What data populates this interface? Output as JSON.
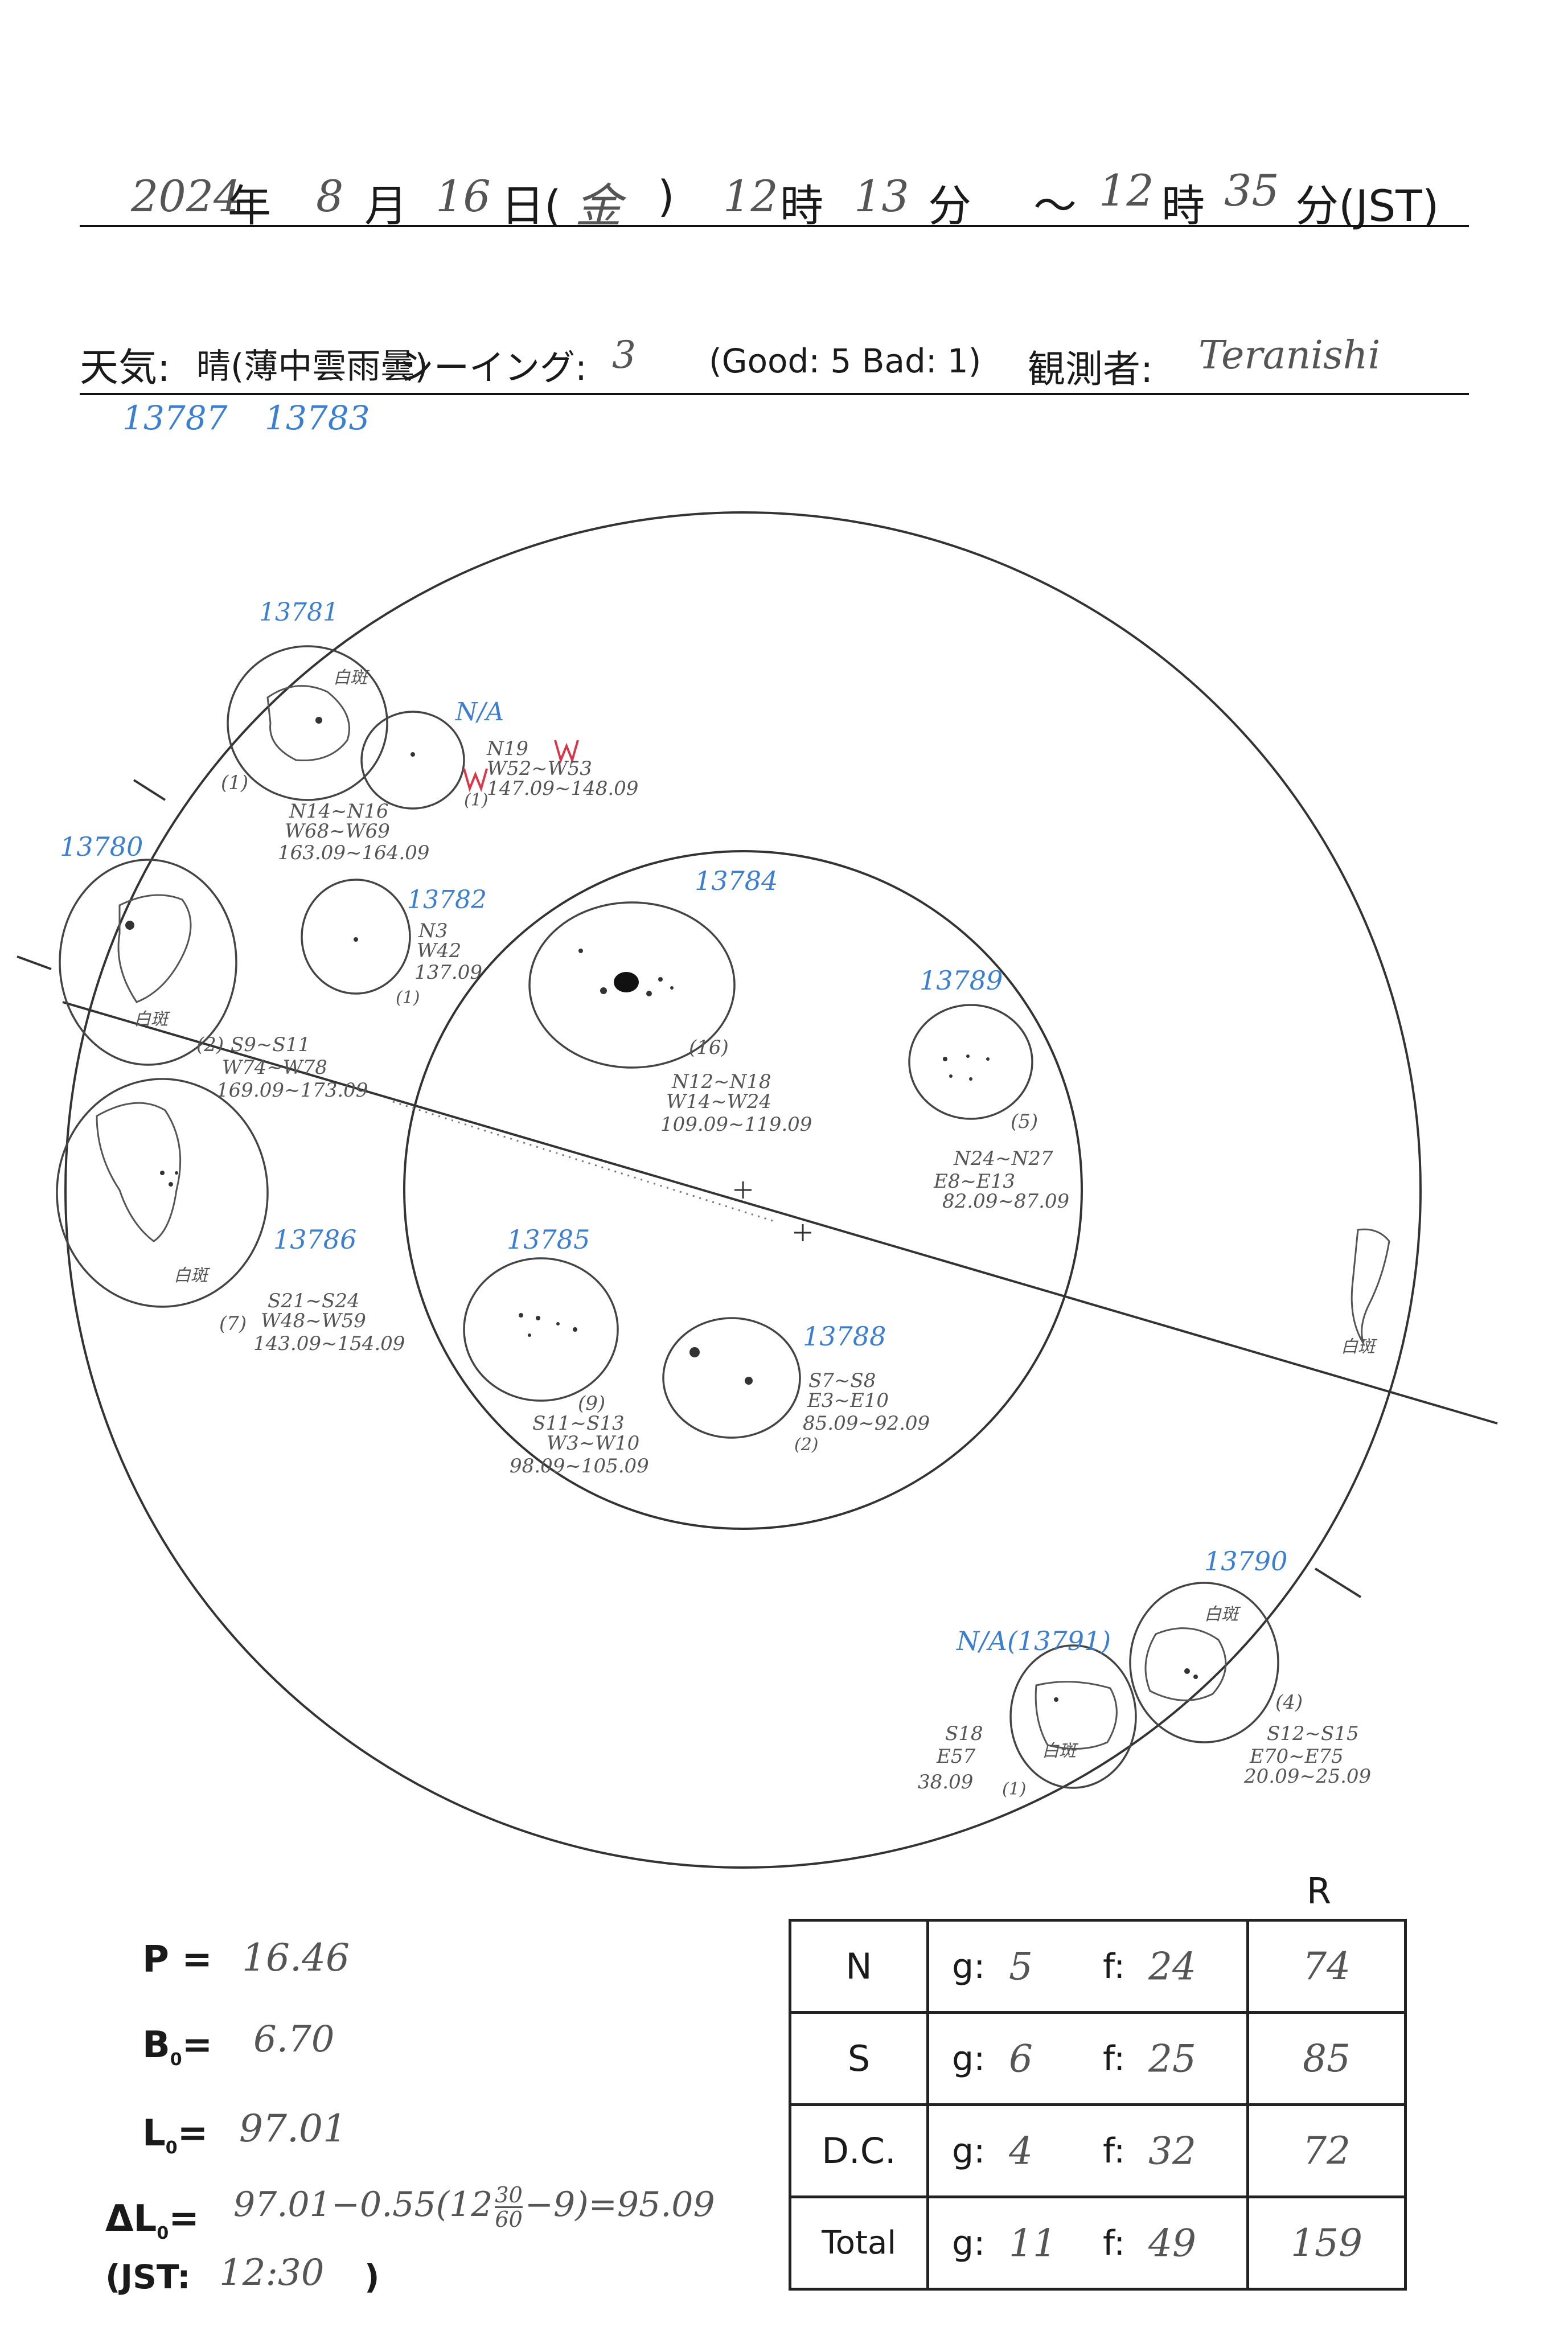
{
  "header": {
    "year": "2024",
    "year_unit": "年",
    "month": "8",
    "month_unit": "月",
    "day": "16",
    "day_unit": "日(",
    "weekday": "金",
    "weekday_close": ")",
    "start_hour": "12",
    "hour_unit": "時",
    "start_min": "13",
    "min_unit": "分",
    "tilde": "～",
    "end_hour": "12",
    "end_hour_unit": "時",
    "end_min": "35",
    "end_min_unit": "分(JST)"
  },
  "conditions": {
    "weather_label": "天気:",
    "weather_options": "晴(薄中雲雨曇)",
    "seeing_label": "シーイング:",
    "seeing_value": "3",
    "seeing_scale": "(Good: 5  Bad: 1)",
    "observer_label": "観測者:",
    "observer_value": "Teranishi"
  },
  "top_notes": [
    "13787",
    "13783"
  ],
  "groups": [
    {
      "id": "13781",
      "count": "(1)",
      "lat": "N14~N16",
      "lon": "W68~W69",
      "L": "163.09~164.09",
      "facula": "白斑"
    },
    {
      "id": "N/A",
      "count": "(1)",
      "lat": "N19",
      "lon": "W52~W53",
      "L": "147.09~148.09"
    },
    {
      "id": "13780",
      "count": "(2)",
      "lat": "S9~S11",
      "lon": "W74~W78",
      "L": "169.09~173.09",
      "facula": "白斑"
    },
    {
      "id": "13782",
      "count": "(1)",
      "lat": "N3",
      "lon": "W42",
      "L": "137.09"
    },
    {
      "id": "13784",
      "count": "(16)",
      "lat": "N12~N18",
      "lon": "W14~W24",
      "L": "109.09~119.09"
    },
    {
      "id": "13789",
      "count": "(5)",
      "lat": "N24~N27",
      "lon": "E8~E13",
      "L": "82.09~87.09"
    },
    {
      "id": "13786",
      "count": "(7)",
      "lat": "S21~S24",
      "lon": "W48~W59",
      "L": "143.09~154.09",
      "facula": "白斑"
    },
    {
      "id": "13785",
      "count": "(9)",
      "lat": "S11~S13",
      "lon": "W3~W10",
      "L": "98.09~105.09"
    },
    {
      "id": "13788",
      "count": "(2)",
      "lat": "S7~S8",
      "lon": "E3~E10",
      "L": "85.09~92.09"
    },
    {
      "id": "13790",
      "count": "(4)",
      "lat": "S12~S15",
      "lon": "E70~E75",
      "L": "20.09~25.09",
      "facula": "白斑"
    },
    {
      "id": "N/A(13791)",
      "count": "(1)",
      "lat": "S18",
      "lon": "E57",
      "L": "38.09",
      "facula": "白斑"
    }
  ],
  "red_marks": [
    "W",
    "W"
  ],
  "limb_facula": "白斑",
  "params": {
    "p_label": "P =",
    "p_value": "16.46",
    "b0_label": "B",
    "b0_sub": "0",
    "b0_eq": "=",
    "b0_value": "6.70",
    "l0_label": "L",
    "l0_sub": "0",
    "l0_eq": "=",
    "l0_value": "97.01",
    "dl0_label": "ΔL",
    "dl0_sub": "0",
    "dl0_eq": "=",
    "dl0_expr_a": "97.01−0.55(12",
    "dl0_frac_num": "30",
    "dl0_frac_den": "60",
    "dl0_expr_b": "−9)=95.09",
    "jst_label": "(JST:",
    "jst_value": "12:30",
    "jst_close": ")"
  },
  "summary": {
    "r_header": "R",
    "g_label": "g:",
    "f_label": "f:",
    "rows": [
      {
        "label": "N",
        "g": "5",
        "f": "24",
        "r": "74"
      },
      {
        "label": "S",
        "g": "6",
        "f": "25",
        "r": "85"
      },
      {
        "label": "D.C.",
        "g": "4",
        "f": "32",
        "r": "72"
      },
      {
        "label": "Total",
        "g": "11",
        "f": "49",
        "r": "159"
      }
    ]
  }
}
